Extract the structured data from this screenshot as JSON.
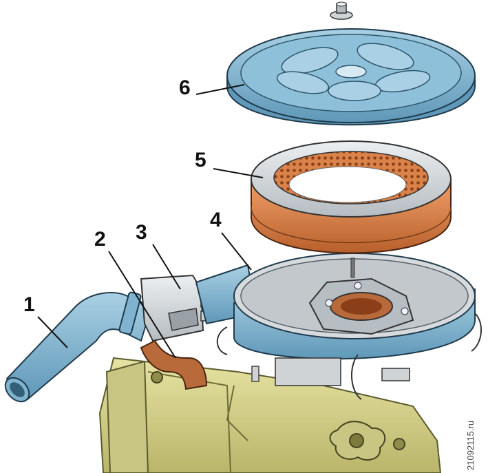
{
  "diagram": {
    "callouts": [
      {
        "id": "1",
        "label": "1"
      },
      {
        "id": "2",
        "label": "2"
      },
      {
        "id": "3",
        "label": "3"
      },
      {
        "id": "4",
        "label": "4"
      },
      {
        "id": "5",
        "label": "5"
      },
      {
        "id": "6",
        "label": "6"
      }
    ],
    "watermark": "21092115.ru"
  },
  "colors": {
    "housing_blue": "#7fb3cf",
    "filter_orange": "#d9824a",
    "engine_yellow": "#d8d48a",
    "metal_grey": "#cfd3d6",
    "hose_brown": "#b86a3a"
  }
}
